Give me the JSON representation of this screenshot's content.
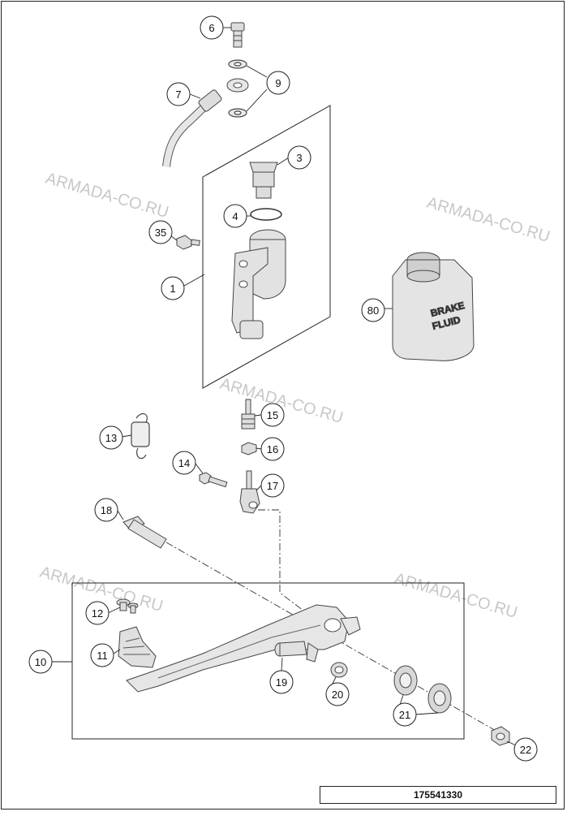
{
  "watermark": "ARMADA-CO.RU",
  "drawing_number": "175541330",
  "fluid_label": [
    "BRAKE",
    "FLUID"
  ],
  "callouts": [
    "6",
    "9",
    "7",
    "3",
    "4",
    "35",
    "1",
    "80",
    "15",
    "13",
    "16",
    "14",
    "17",
    "18",
    "12",
    "11",
    "10",
    "19",
    "20",
    "21",
    "22"
  ]
}
